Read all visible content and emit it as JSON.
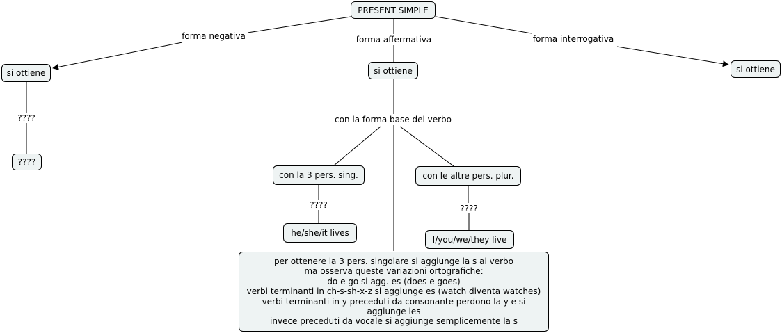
{
  "concept_map": {
    "root": "PRESENT SIMPLE",
    "links": {
      "forma_negativa": "forma negativa",
      "forma_affermativa": "forma affermativa",
      "forma_interrogativa": "forma interrogativa",
      "con_forma_base": "con la forma base del verbo",
      "qmarks_left": "????",
      "qmarks_sing": "????",
      "qmarks_plur": "????"
    },
    "nodes": {
      "si_ottiene_left": "si ottiene",
      "si_ottiene_center": "si ottiene",
      "si_ottiene_right": "si ottiene",
      "qmarks_box": "????",
      "terza_pers_sing": "con la 3 pers. sing.",
      "altre_pers_plur": "con le altre pers. plur.",
      "he_she_it": "he/she/it lives",
      "i_you_we_they": "I/you/we/they live"
    },
    "note_lines": [
      "per ottenere la 3 pers. singolare si aggiunge la s al verbo",
      "ma osserva queste variazioni ortografiche:",
      "do e go si agg. es (does e goes)",
      "verbi terminanti in ch-s-sh-x-z si aggiunge es (watch diventa watches)",
      "verbi terminanti in y preceduti da consonante perdono la y e si",
      "aggiunge ies",
      "invece preceduti da vocale si aggiunge semplicemente la s"
    ]
  }
}
